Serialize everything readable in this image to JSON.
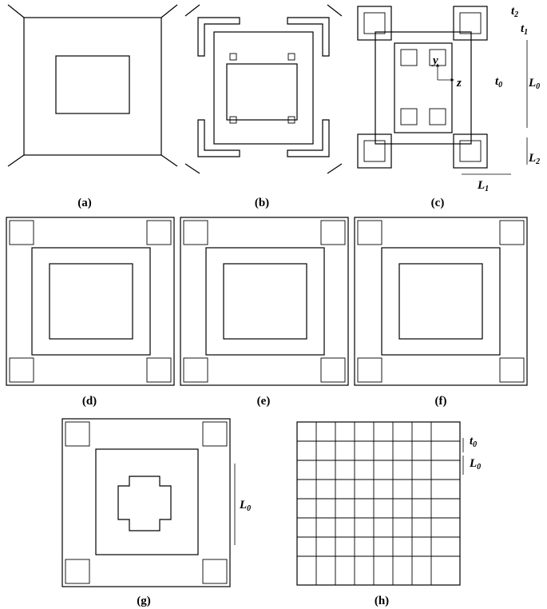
{
  "panels": {
    "a": {
      "caption": "(a)"
    },
    "b": {
      "caption": "(b)"
    },
    "c": {
      "caption": "(c)",
      "labels": {
        "t2": "t",
        "t2_sub": "2",
        "t1": "t",
        "t1_sub": "1",
        "y": "y",
        "z": "z",
        "t0": "t",
        "t0_sub": "0",
        "L0": "L",
        "L0_sub": "0",
        "L2": "L",
        "L2_sub": "2",
        "L1": "L",
        "L1_sub": "1"
      }
    },
    "d": {
      "caption": "(d)"
    },
    "e": {
      "caption": "(e)"
    },
    "f": {
      "caption": "(f)"
    },
    "g": {
      "caption": "(g)",
      "labels": {
        "L0": "L",
        "L0_sub": "0"
      }
    },
    "h": {
      "caption": "(h)",
      "labels": {
        "t0": "t",
        "t0_sub": "0",
        "L0": "L",
        "L0_sub": "0"
      }
    }
  }
}
